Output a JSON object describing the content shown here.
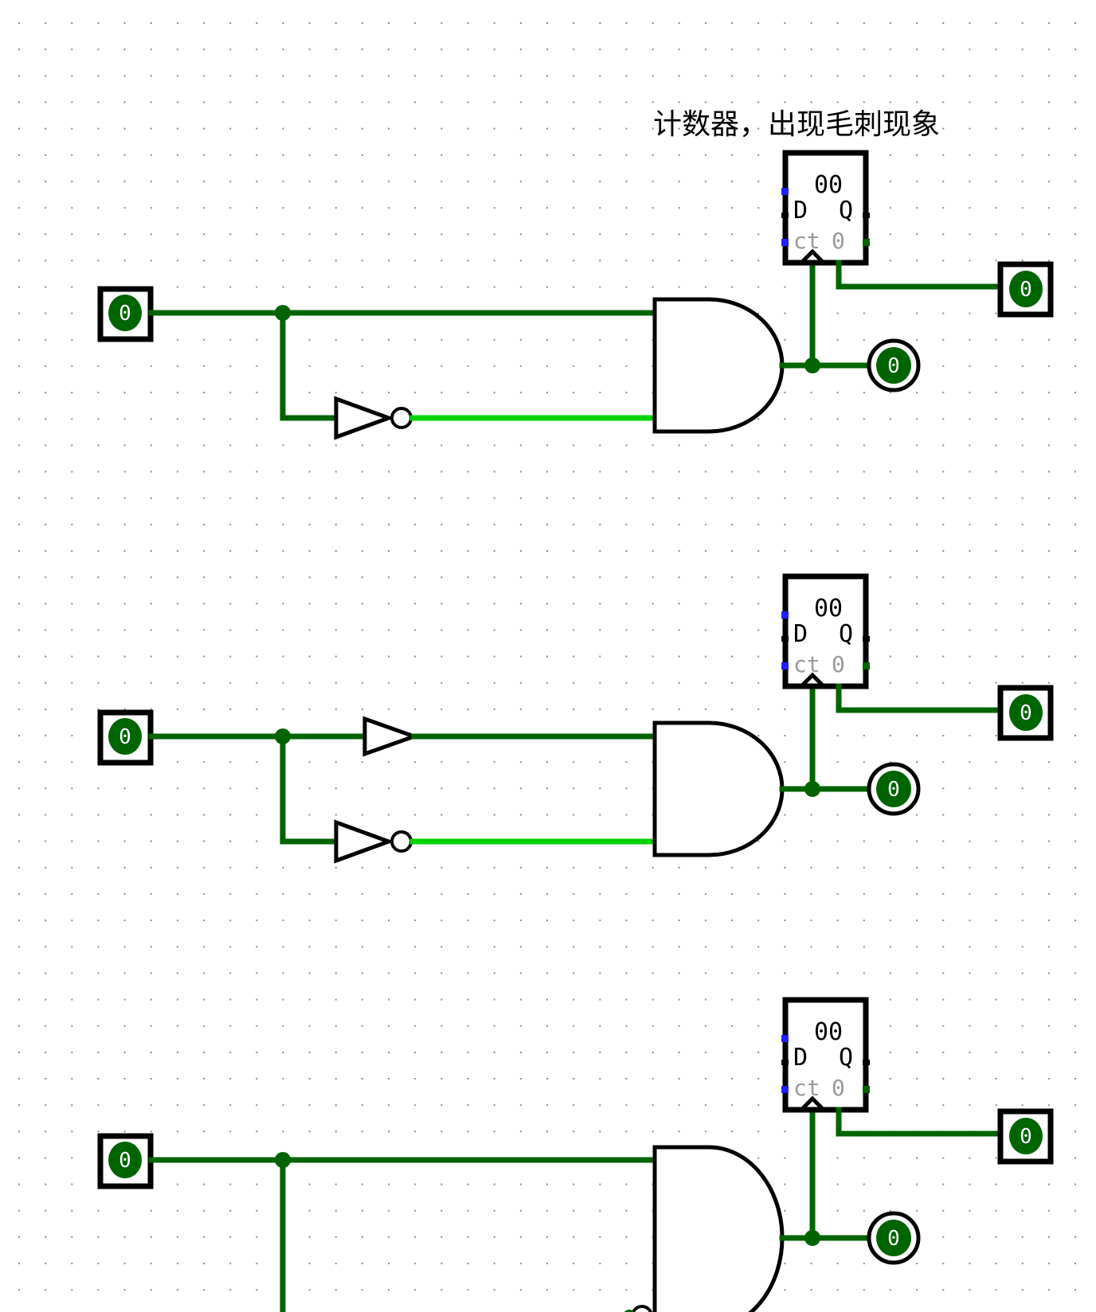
{
  "canvas": {
    "annotation": "计数器，出现毛刺现象",
    "grid": "dotted"
  },
  "colors": {
    "wire_low": "#006400",
    "wire_high": "#00d200",
    "component_stroke": "#000000",
    "port_blue": "#2020ff",
    "label_gray": "#9a9a9a",
    "background": "#ffffff"
  },
  "circuits": [
    {
      "name": "circuit-1",
      "description": "input splits to AND directly and via NOT gate",
      "input_pin_value": "0",
      "upper_path": "direct",
      "lower_path": "not-gate",
      "lower_wire_state": "high",
      "led_value": "0",
      "counter": {
        "count": "00",
        "d_label": "D",
        "q_label": "Q",
        "ct_label": "ct",
        "ct_value": "0"
      },
      "output_pin_value": "0"
    },
    {
      "name": "circuit-2",
      "description": "input splits to AND via buffer and via NOT gate",
      "input_pin_value": "0",
      "upper_path": "buffer",
      "lower_path": "not-gate",
      "lower_wire_state": "high",
      "led_value": "0",
      "counter": {
        "count": "00",
        "d_label": "D",
        "q_label": "Q",
        "ct_label": "ct",
        "ct_value": "0"
      },
      "output_pin_value": "0"
    },
    {
      "name": "circuit-3",
      "description": "input splits to AND directly and to negated AND input",
      "input_pin_value": "0",
      "upper_path": "direct",
      "lower_path": "negated-input",
      "lower_wire_state": "low",
      "led_value": "0",
      "counter": {
        "count": "00",
        "d_label": "D",
        "q_label": "Q",
        "ct_label": "ct",
        "ct_value": "0"
      },
      "output_pin_value": "0"
    }
  ]
}
